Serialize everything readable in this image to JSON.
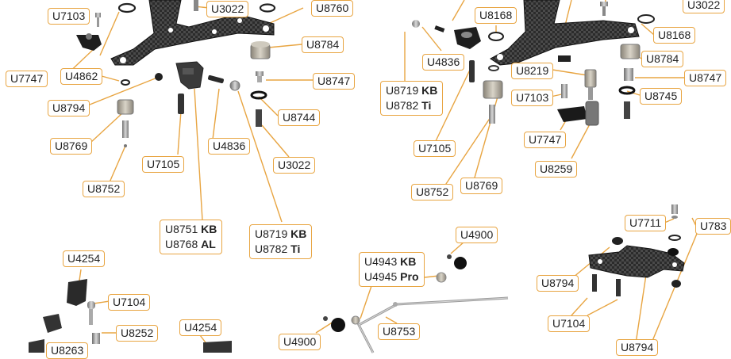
{
  "colors": {
    "leader": "#e8a542",
    "carbon": "#2e2e2e",
    "metal": "#a8a8a8",
    "dark": "#1a1a1a"
  },
  "labels": {
    "u7103_a": "U7103",
    "u3022_a": "U3022",
    "u8760": "U8760",
    "u8784_a": "U8784",
    "u7747_a": "U7747",
    "u4862": "U4862",
    "u8747_a": "U8747",
    "u8794_a": "U8794",
    "u8744": "U8744",
    "u8769_a": "U8769",
    "u4836_a": "U4836",
    "u7105_a": "U7105",
    "u3022_b": "U3022",
    "u8752_a": "U8752",
    "u8751": {
      "code": "U8751",
      "variant": "KB"
    },
    "u8768": {
      "code": "U8768",
      "variant": "AL"
    },
    "u8719_a": {
      "code": "U8719",
      "variant": "KB"
    },
    "u8782_a": {
      "code": "U8782",
      "variant": "Ti"
    },
    "u8168_a": "U8168",
    "u3022_c": "U3022",
    "u8168_b": "U8168",
    "u4836_b": "U4836",
    "u8784_b": "U8784",
    "u8719_b": {
      "code": "U8719",
      "variant": "KB"
    },
    "u8782_b": {
      "code": "U8782",
      "variant": "Ti"
    },
    "u8219": "U8219",
    "u8747_b": "U8747",
    "u7103_b": "U7103",
    "u8745": "U8745",
    "u7105_b": "U7105",
    "u7747_b": "U7747",
    "u8259": "U8259",
    "u8752_b": "U8752",
    "u8769_b": "U8769",
    "u4254_a": "U4254",
    "u7104_a": "U7104",
    "u8252": "U8252",
    "u4254_b": "U4254",
    "u8263": "U8263",
    "u4900_a": "U4900",
    "u4943": {
      "code": "U4943",
      "variant": "KB"
    },
    "u4945": {
      "code": "U4945",
      "variant": "Pro"
    },
    "u4900_b": "U4900",
    "u8753": "U8753",
    "u7711": "U7711",
    "u783x": "U783",
    "u8794_b": "U8794",
    "u7104_b": "U7104",
    "u8794_c": "U8794"
  }
}
